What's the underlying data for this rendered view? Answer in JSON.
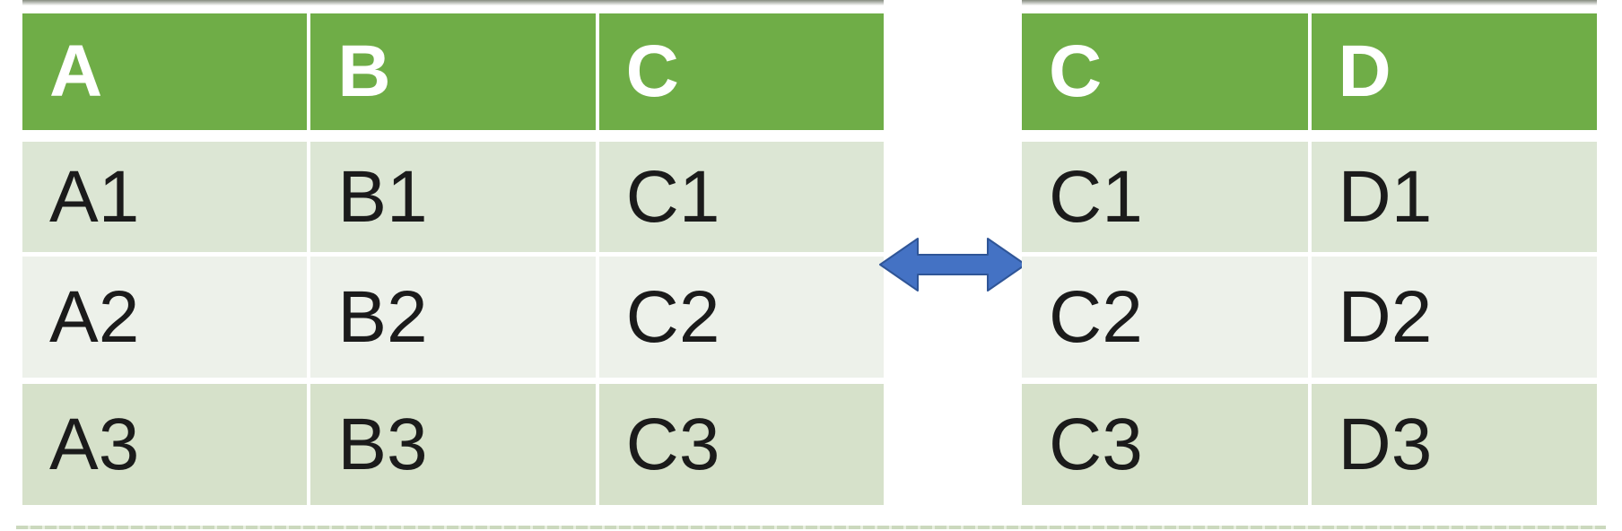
{
  "tables": {
    "left": {
      "columns": [
        "A",
        "B",
        "C"
      ],
      "rows": [
        [
          "A1",
          "B1",
          "C1"
        ],
        [
          "A2",
          "B2",
          "C2"
        ],
        [
          "A3",
          "B3",
          "C3"
        ]
      ]
    },
    "right": {
      "columns": [
        "C",
        "D"
      ],
      "rows": [
        [
          "C1",
          "D1"
        ],
        [
          "C2",
          "D2"
        ],
        [
          "C3",
          "D3"
        ]
      ]
    }
  },
  "connector": {
    "icon": "left-right-double-arrow"
  },
  "palette": {
    "header_green": "#6fad47",
    "row_one": "#dce6d4",
    "row_two": "#edf1ea",
    "row_three": "#d6e1ca",
    "arrow_blue": "#4472c4",
    "arrow_outline": "#2f5597",
    "header_text": "#ffffff",
    "cell_text": "#1b1b1b",
    "top_edge_line": "#5d6554",
    "bottom_edge_line": "#cbd9bd"
  }
}
